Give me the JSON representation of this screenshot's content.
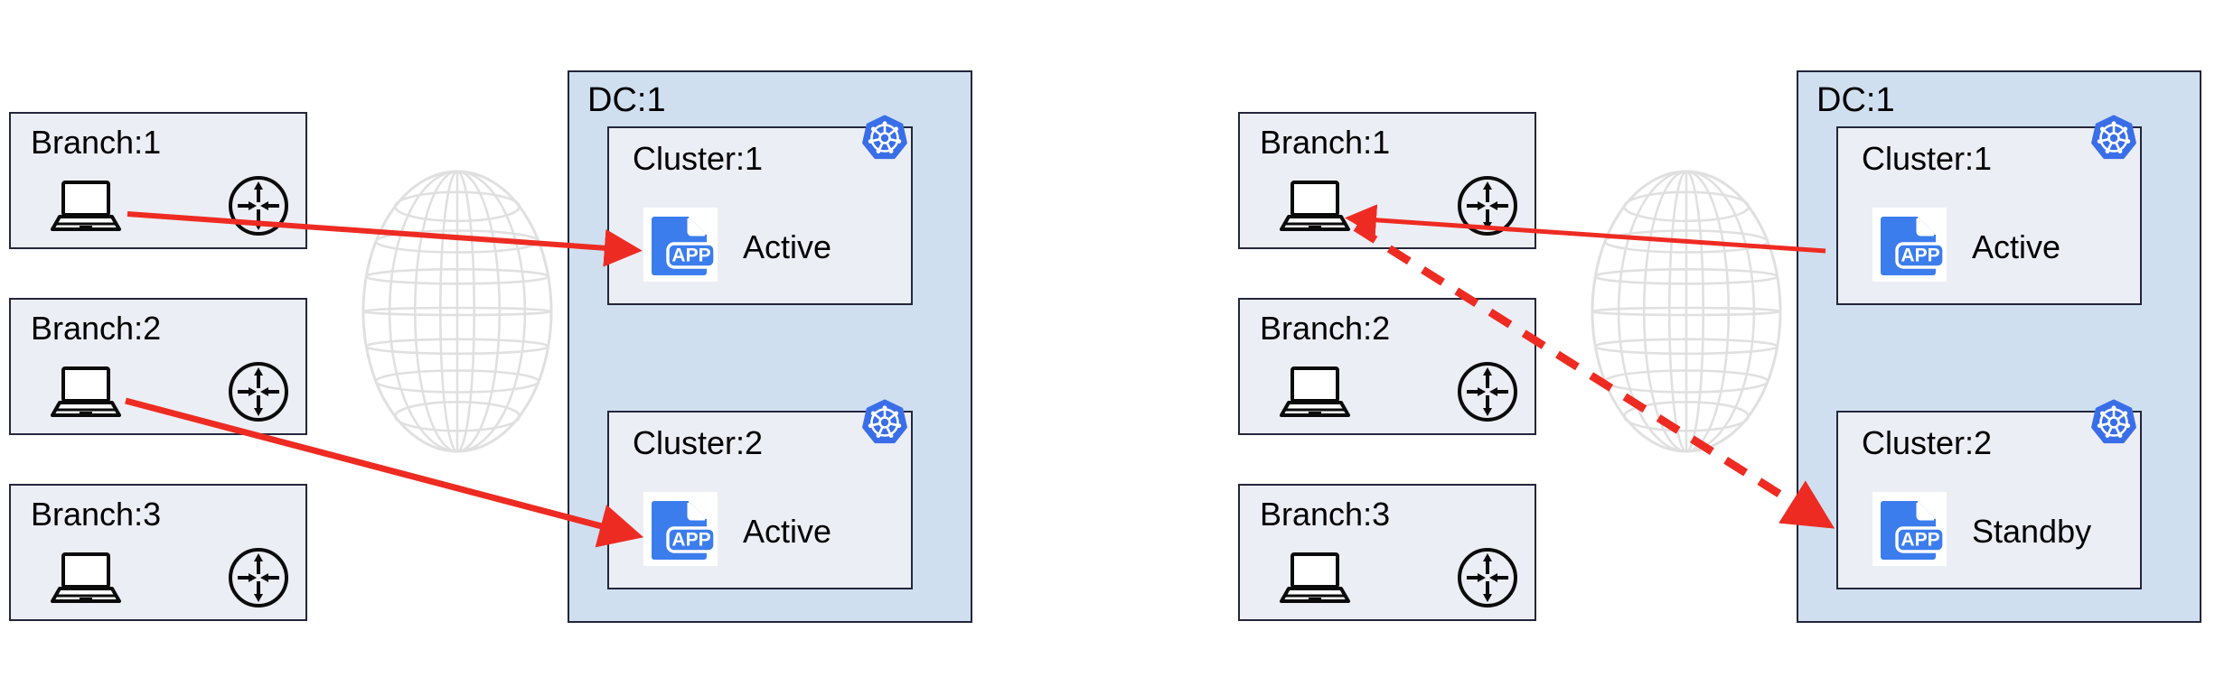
{
  "colors": {
    "branch_fill": "#eceef5",
    "box_stroke": "#23263b",
    "dc_fill": "#cfdff0",
    "cluster_fill": "#eceef5",
    "arrow_red": "#ee2b22",
    "app_blue": "#3b7ded",
    "k8s_blue": "#3a6ee8",
    "globe_gray": "#e0e0e0",
    "text": "#000000"
  },
  "panels": [
    {
      "id": "left",
      "title": "before-failover",
      "branches": [
        {
          "label": "Branch:1",
          "laptop_icon": "laptop-icon",
          "router_icon": "router-icon"
        },
        {
          "label": "Branch:2",
          "laptop_icon": "laptop-icon",
          "router_icon": "router-icon"
        },
        {
          "label": "Branch:3",
          "laptop_icon": "laptop-icon",
          "router_icon": "router-icon"
        }
      ],
      "globe": {
        "icon": "globe-icon"
      },
      "datacenter": {
        "label": "DC:1",
        "clusters": [
          {
            "label": "Cluster:1",
            "status": "Active",
            "app_icon": "app-icon",
            "app_text": "APP",
            "platform_icon": "kubernetes-icon"
          },
          {
            "label": "Cluster:2",
            "status": "Active",
            "app_icon": "app-icon",
            "app_text": "APP",
            "platform_icon": "kubernetes-icon"
          }
        ]
      },
      "connections": [
        {
          "name": "branch1-to-cluster1",
          "style": "solid",
          "from": "Branch:1",
          "to": "Cluster:1"
        },
        {
          "name": "branch2-to-cluster2",
          "style": "solid",
          "from": "Branch:2",
          "to": "Cluster:2"
        }
      ]
    },
    {
      "id": "right",
      "title": "after-failover",
      "branches": [
        {
          "label": "Branch:1",
          "laptop_icon": "laptop-icon",
          "router_icon": "router-icon"
        },
        {
          "label": "Branch:2",
          "laptop_icon": "laptop-icon",
          "router_icon": "router-icon"
        },
        {
          "label": "Branch:3",
          "laptop_icon": "laptop-icon",
          "router_icon": "router-icon"
        }
      ],
      "globe": {
        "icon": "globe-icon"
      },
      "datacenter": {
        "label": "DC:1",
        "clusters": [
          {
            "label": "Cluster:1",
            "status": "Active",
            "app_icon": "app-icon",
            "app_text": "APP",
            "platform_icon": "kubernetes-icon"
          },
          {
            "label": "Cluster:2",
            "status": "Standby",
            "app_icon": "app-icon",
            "app_text": "APP",
            "platform_icon": "kubernetes-icon"
          }
        ]
      },
      "connections": [
        {
          "name": "cluster1-to-branch1",
          "style": "solid",
          "from": "Cluster:1",
          "to": "Branch:1"
        },
        {
          "name": "branch1-to-cluster2",
          "style": "dashed",
          "from": "Branch:1",
          "to": "Cluster:2"
        }
      ]
    }
  ]
}
